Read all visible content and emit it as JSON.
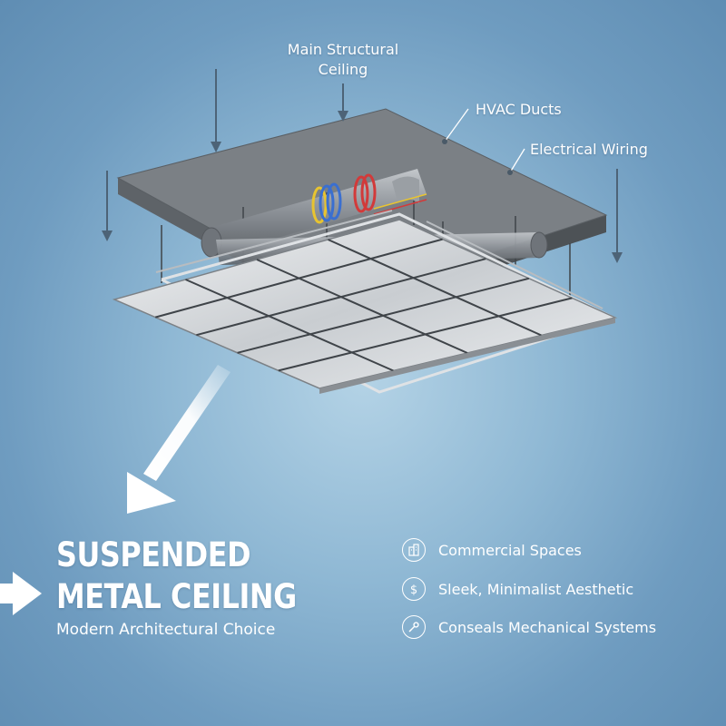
{
  "labels": {
    "main_structural_line1": "Main Structural",
    "main_structural_line2": "Ceiling",
    "hvac": "HVAC Ducts",
    "electrical": "Electrical Wiring"
  },
  "title": {
    "line1": "SUSPENDED",
    "line2": "METAL CEILING",
    "subtitle": "Modern Architectural Choice"
  },
  "features": [
    {
      "icon": "building-icon",
      "text": "Commercial Spaces"
    },
    {
      "icon": "dollar-icon",
      "text": "Sleek, Minimalist Aesthetic"
    },
    {
      "icon": "wrench-icon",
      "text": "Conseals Mechanical Systems"
    }
  ],
  "colors": {
    "background": "#8fb8d4",
    "slab": "#74797e",
    "duct": "#8d9298",
    "wire_blue": "#3a6fd0",
    "wire_yellow": "#e8c430",
    "wire_red": "#d23a3a",
    "panel": "#d9dcdf",
    "text": "#ffffff"
  }
}
